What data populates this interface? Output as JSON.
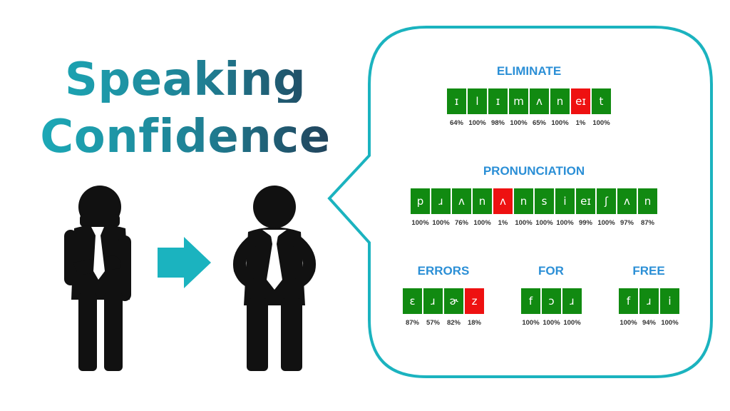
{
  "title": {
    "line1": "Speaking",
    "line2": "Confidence"
  },
  "colors": {
    "good": "#118a11",
    "bad": "#ee1111",
    "bubble": "#1bb3bf",
    "label": "#2b8fd6",
    "figure": "#111111",
    "arrow": "#1bb3bf"
  },
  "words": [
    {
      "label": "ELIMINATE",
      "phonemes": [
        {
          "sym": "ɪ",
          "pct": "64%",
          "bad": false
        },
        {
          "sym": "l",
          "pct": "100%",
          "bad": false
        },
        {
          "sym": "ɪ",
          "pct": "98%",
          "bad": false
        },
        {
          "sym": "m",
          "pct": "100%",
          "bad": false
        },
        {
          "sym": "ʌ",
          "pct": "65%",
          "bad": false
        },
        {
          "sym": "n",
          "pct": "100%",
          "bad": false
        },
        {
          "sym": "eɪ",
          "pct": "1%",
          "bad": true
        },
        {
          "sym": "t",
          "pct": "100%",
          "bad": false
        }
      ]
    },
    {
      "label": "PRONUNCIATION",
      "phonemes": [
        {
          "sym": "p",
          "pct": "100%",
          "bad": false
        },
        {
          "sym": "ɹ",
          "pct": "100%",
          "bad": false
        },
        {
          "sym": "ʌ",
          "pct": "76%",
          "bad": false
        },
        {
          "sym": "n",
          "pct": "100%",
          "bad": false
        },
        {
          "sym": "ʌ",
          "pct": "1%",
          "bad": true
        },
        {
          "sym": "n",
          "pct": "100%",
          "bad": false
        },
        {
          "sym": "s",
          "pct": "100%",
          "bad": false
        },
        {
          "sym": "i",
          "pct": "100%",
          "bad": false
        },
        {
          "sym": "eɪ",
          "pct": "99%",
          "bad": false
        },
        {
          "sym": "ʃ",
          "pct": "100%",
          "bad": false
        },
        {
          "sym": "ʌ",
          "pct": "97%",
          "bad": false
        },
        {
          "sym": "n",
          "pct": "87%",
          "bad": false
        }
      ]
    },
    {
      "label": "ERRORS",
      "phonemes": [
        {
          "sym": "ɛ",
          "pct": "87%",
          "bad": false
        },
        {
          "sym": "ɹ",
          "pct": "57%",
          "bad": false
        },
        {
          "sym": "ɚ",
          "pct": "82%",
          "bad": false
        },
        {
          "sym": "z",
          "pct": "18%",
          "bad": true
        }
      ]
    },
    {
      "label": "FOR",
      "phonemes": [
        {
          "sym": "f",
          "pct": "100%",
          "bad": false
        },
        {
          "sym": "ɔ",
          "pct": "100%",
          "bad": false
        },
        {
          "sym": "ɹ",
          "pct": "100%",
          "bad": false
        }
      ]
    },
    {
      "label": "FREE",
      "phonemes": [
        {
          "sym": "f",
          "pct": "100%",
          "bad": false
        },
        {
          "sym": "ɹ",
          "pct": "94%",
          "bad": false
        },
        {
          "sym": "i",
          "pct": "100%",
          "bad": false
        }
      ]
    }
  ]
}
